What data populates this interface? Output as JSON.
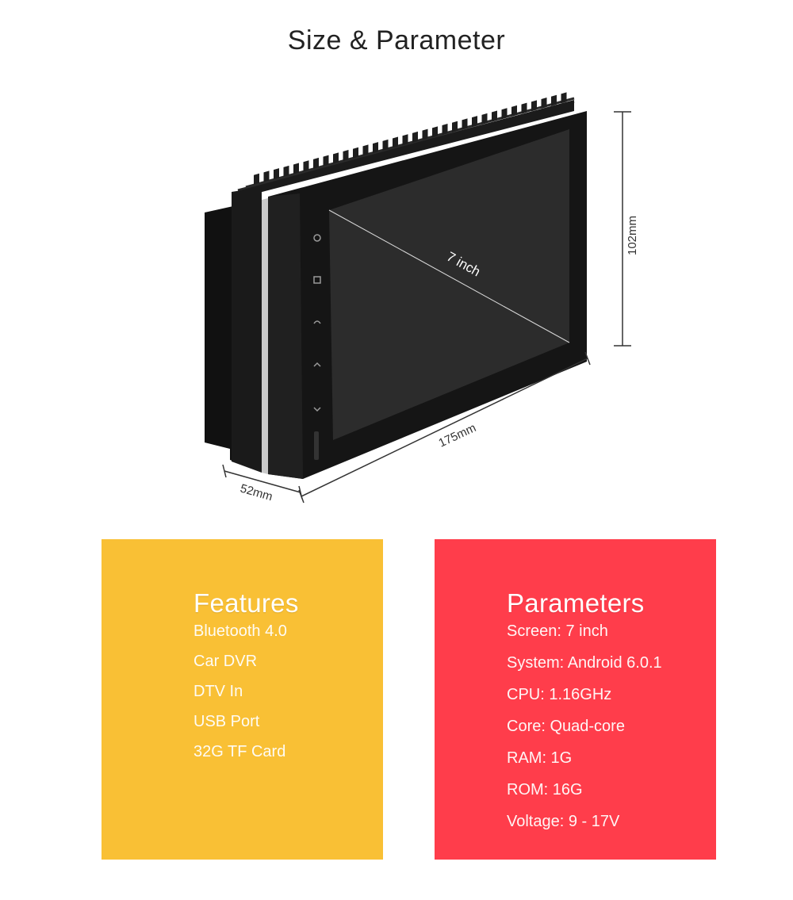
{
  "page": {
    "title": "Size & Parameter"
  },
  "device": {
    "screen_label": "7 inch",
    "dim_height": "102mm",
    "dim_width": "175mm",
    "dim_depth": "52mm"
  },
  "features": {
    "heading": "Features",
    "items": [
      "Bluetooth 4.0",
      "Car DVR",
      "DTV In",
      "USB Port",
      "32G TF Card"
    ],
    "color": "#f9c035"
  },
  "parameters": {
    "heading": "Parameters",
    "items": [
      "Screen: 7 inch",
      "System: Android 6.0.1",
      "CPU: 1.16GHz",
      "Core: Quad-core",
      "RAM: 1G",
      "ROM: 16G",
      "Voltage: 9 - 17V"
    ],
    "color": "#ff3d4b"
  }
}
